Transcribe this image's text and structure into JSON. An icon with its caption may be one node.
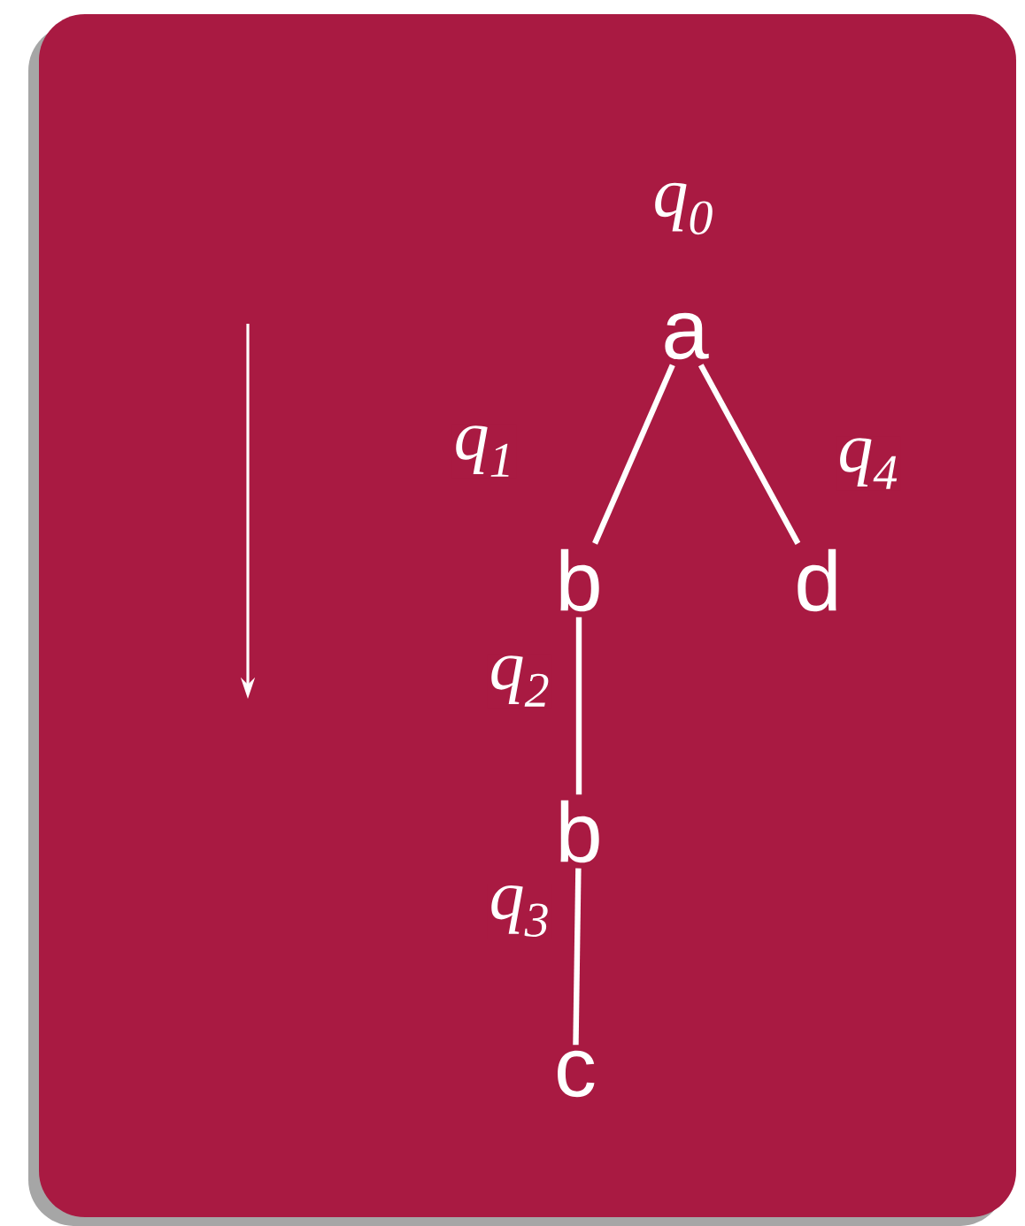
{
  "diagram": {
    "nodes": [
      {
        "text": [
          "a"
        ],
        "beside": [
          "q$_{0}$"
        ]
      },
      {
        "text": [
          "b"
        ]
      },
      {
        "text": [
          "d"
        ]
      },
      {
        "text": [
          "b"
        ]
      },
      {
        "text": [
          "c"
        ]
      }
    ],
    "edges": [
      {
        "from": 0,
        "to": 1,
        "arrow": "none",
        "label": "q$_{1}$"
      },
      {
        "from": 0,
        "to": 2,
        "arrow": "none",
        "label": "q$_{4}$"
      },
      {
        "from": 1,
        "to": 3,
        "arrow": "none",
        "label": "q$_{2}$"
      },
      {
        "from": 3,
        "to": 4,
        "arrow": "none",
        "label": "q$_{3}$"
      }
    ]
  }
}
